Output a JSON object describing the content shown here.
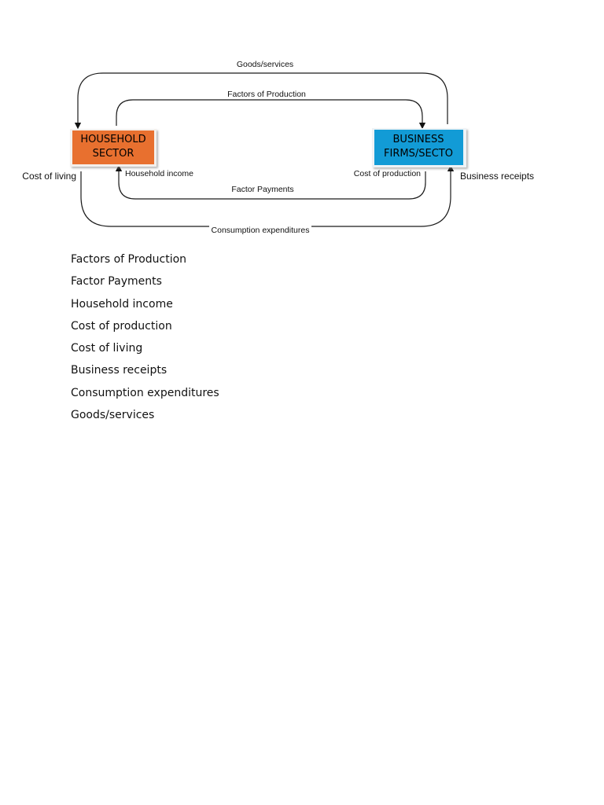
{
  "diagram": {
    "household": {
      "line1": "HOUSEHOLD",
      "line2": "SECTOR",
      "color": "#E8702F"
    },
    "business": {
      "line1": "BUSINESS",
      "line2": "FIRMS/SECTO",
      "color": "#129BD6"
    },
    "flows": {
      "goods_services": "Goods/services",
      "factors_of_production": "Factors of Production",
      "household_income": "Household income",
      "cost_of_production": "Cost of production",
      "factor_payments": "Factor Payments",
      "cost_of_living": "Cost of living",
      "business_receipts": "Business receipts",
      "consumption_expenditures": "Consumption expenditures"
    }
  },
  "terms": [
    "Factors of Production",
    "Factor Payments",
    "Household income",
    "Cost of production",
    "Cost of living",
    "Business receipts",
    "Consumption expenditures",
    "Goods/services"
  ]
}
